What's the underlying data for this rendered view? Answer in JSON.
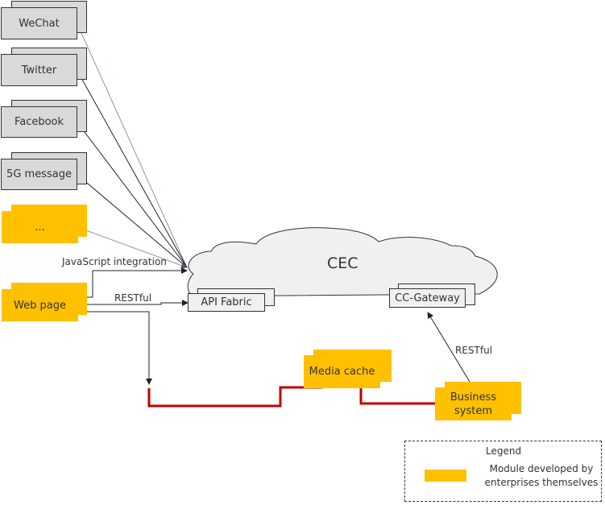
{
  "channels": [
    {
      "label": "WeChat"
    },
    {
      "label": "Twitter"
    },
    {
      "label": "Facebook"
    },
    {
      "label": "5G message"
    },
    {
      "label": "..."
    }
  ],
  "web_page": {
    "label": "Web page"
  },
  "cec": {
    "label": "CEC"
  },
  "api_fabric": {
    "label": "API Fabric"
  },
  "cc_gateway": {
    "label": "CC-Gateway"
  },
  "media_cache": {
    "label": "Media cache"
  },
  "business_system": {
    "label": "Business system"
  },
  "edges": {
    "javascript_integration": "JavaScript integration",
    "restful_api": "RESTful",
    "restful_gateway": "RESTful"
  },
  "legend": {
    "title": "Legend",
    "items": [
      {
        "color": "#ffc000",
        "label": "Module developed by enterprises themselves"
      }
    ]
  },
  "colors": {
    "self_developed": "#ffc000",
    "channel": "#d9d9d9",
    "red_link": "#c00000",
    "blue_link": "#7f98b2"
  }
}
